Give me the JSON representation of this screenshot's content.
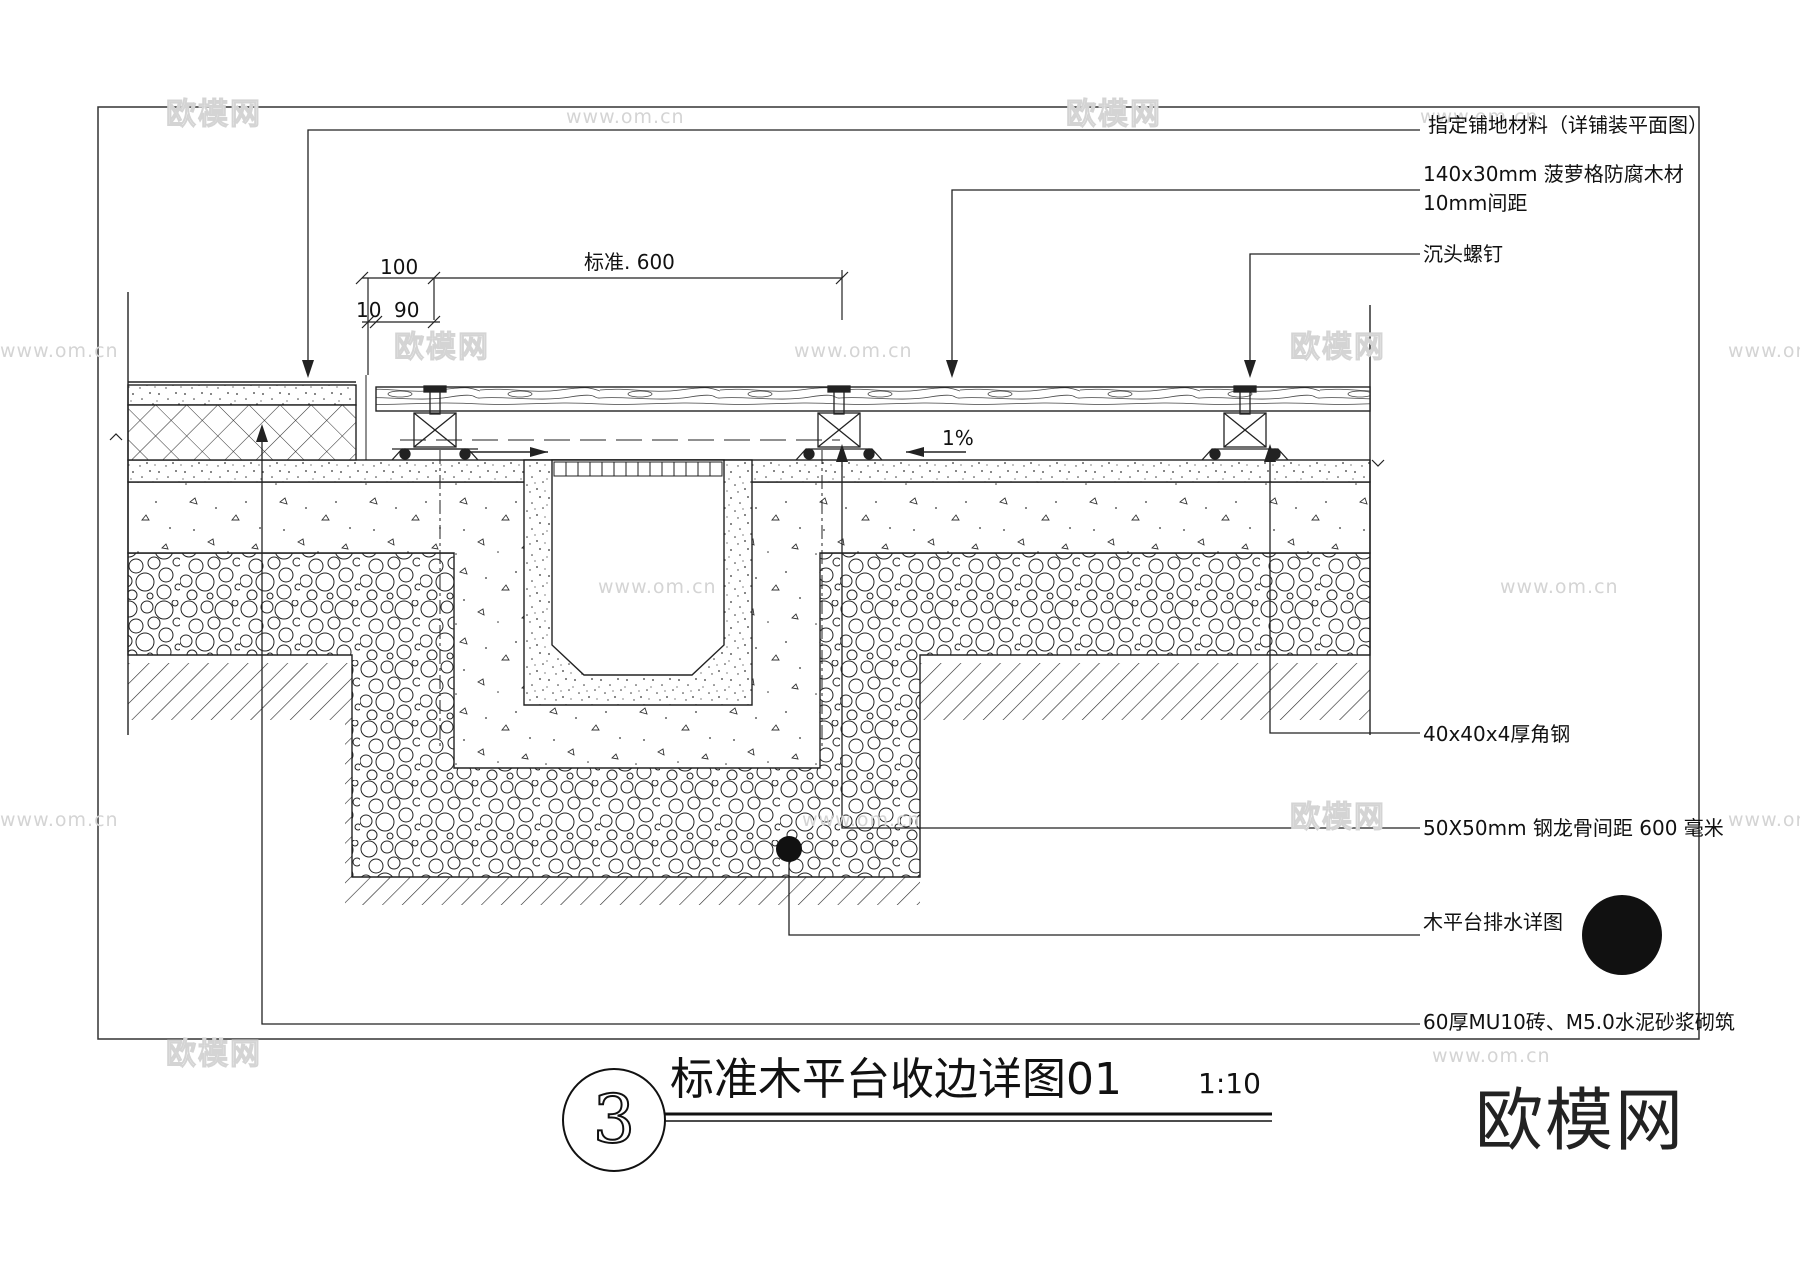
{
  "title": "标准木平台收边详图01",
  "scale": "1:10",
  "detail_number": "3",
  "brand_watermark": "欧模网",
  "watermark_site": "www.om.cn",
  "watermark_logo": "欧模网",
  "labels": {
    "paving": "指定铺地材料（详铺装平面图）",
    "wood_line1": "140x30mm 菠萝格防腐木材",
    "wood_line2": "10mm间距",
    "screw": "沉头螺钉",
    "angle_steel": "40x40x4厚角钢",
    "steel_joist": "50X50mm 钢龙骨间距 600 毫米",
    "drainage": "木平台排水详图",
    "brick": "60厚MU10砖、M5.0水泥砂浆砌筑"
  },
  "dimensions": {
    "d100": "100",
    "d600": "标准. 600",
    "d10": "10",
    "d90": "90",
    "slope": "1%"
  }
}
